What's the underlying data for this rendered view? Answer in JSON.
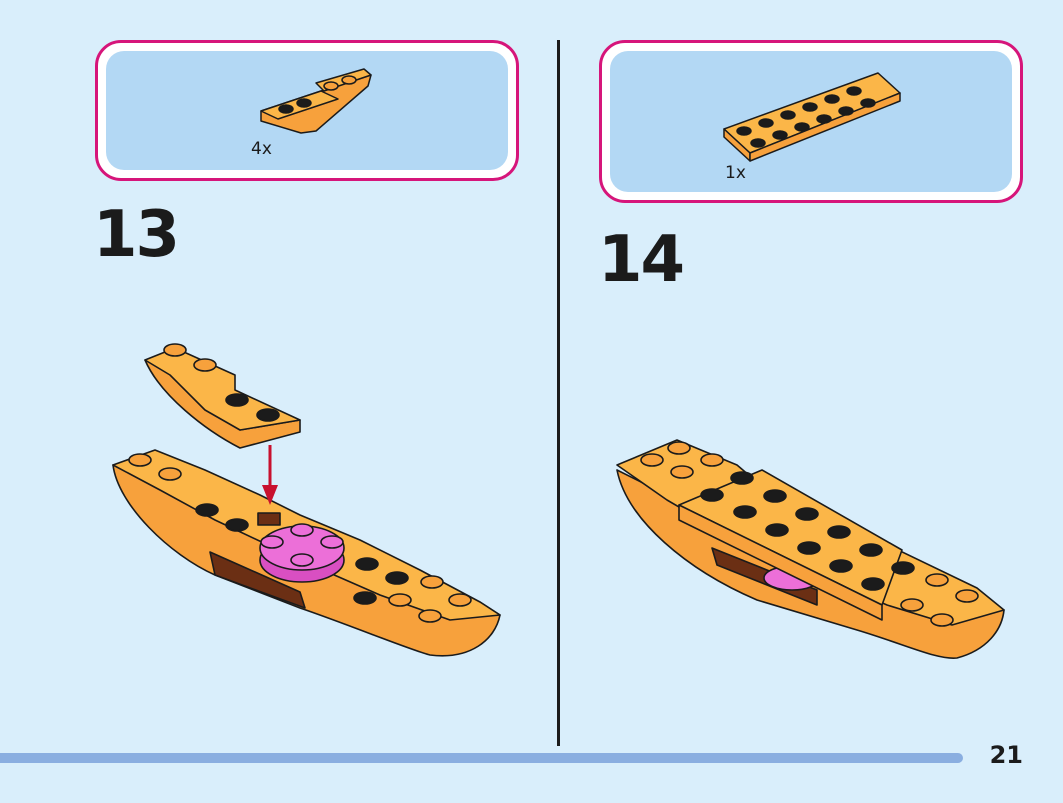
{
  "steps": [
    {
      "number": "13",
      "parts": [
        {
          "quantity": "4x",
          "part": "orange-inverted-slope-brick-icon"
        }
      ]
    },
    {
      "number": "14",
      "parts": [
        {
          "quantity": "1x",
          "part": "orange-plate-2x6-icon"
        }
      ]
    }
  ],
  "page": {
    "number": "21"
  },
  "colors": {
    "background": "#d9eefb",
    "parts_box_border": "#d6157a",
    "parts_box_fill": "#b3d8f4",
    "brick_orange": "#f7a13c",
    "brick_light_orange": "#fbb648",
    "pink_round_plate": "#ec6fd8",
    "arrow": "#c8102e",
    "progress_bar": "#8aaee0"
  }
}
